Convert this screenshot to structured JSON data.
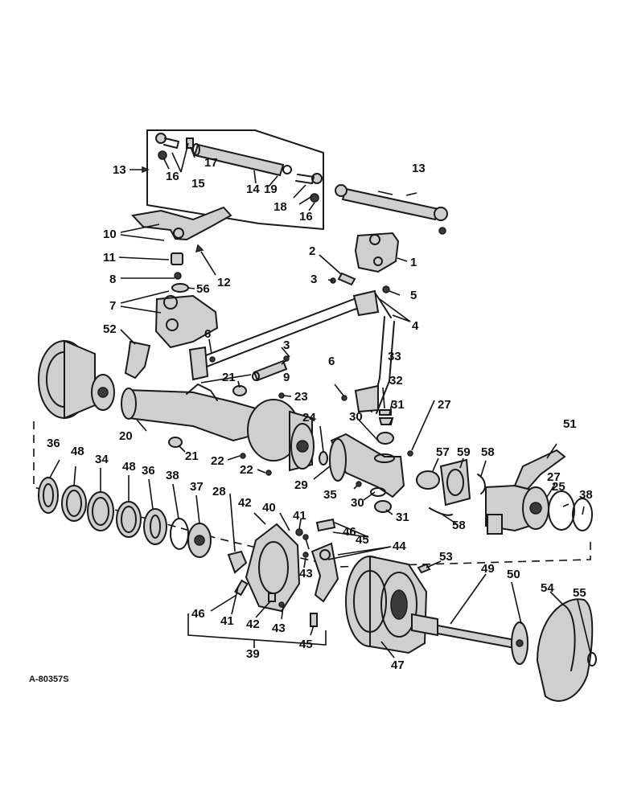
{
  "drawing_ref": "A-80357S",
  "callouts": {
    "c1": "1",
    "c2": "2",
    "c3a": "3",
    "c3b": "3",
    "c4": "4",
    "c5": "5",
    "c6a": "6",
    "c6b": "6",
    "c7": "7",
    "c8": "8",
    "c9": "9",
    "c10": "10",
    "c11": "11",
    "c12": "12",
    "c13a": "13",
    "c13b": "13",
    "c14": "14",
    "c15": "15",
    "c16a": "16",
    "c16b": "16",
    "c17": "17",
    "c18": "18",
    "c19": "19",
    "c20": "20",
    "c21a": "21",
    "c21b": "21",
    "c22a": "22",
    "c22b": "22",
    "c23": "23",
    "c24": "24",
    "c25": "25",
    "c27a": "27",
    "c27b": "27",
    "c28": "28",
    "c29": "29",
    "c30a": "30",
    "c30b": "30",
    "c31a": "31",
    "c31b": "31",
    "c32": "32",
    "c33": "33",
    "c34": "34",
    "c35": "35",
    "c36a": "36",
    "c36b": "36",
    "c37": "37",
    "c38a": "38",
    "c38b": "38",
    "c39": "39",
    "c40": "40",
    "c41a": "41",
    "c41b": "41",
    "c42a": "42",
    "c42b": "42",
    "c43a": "43",
    "c43b": "43",
    "c44": "44",
    "c45a": "45",
    "c45b": "45",
    "c46a": "46",
    "c46b": "46",
    "c47": "47",
    "c48a": "48",
    "c48b": "48",
    "c49": "49",
    "c50": "50",
    "c51": "51",
    "c52": "52",
    "c53": "53",
    "c54": "54",
    "c55": "55",
    "c56": "56",
    "c57": "57",
    "c58a": "58",
    "c58b": "58",
    "c59": "59"
  }
}
